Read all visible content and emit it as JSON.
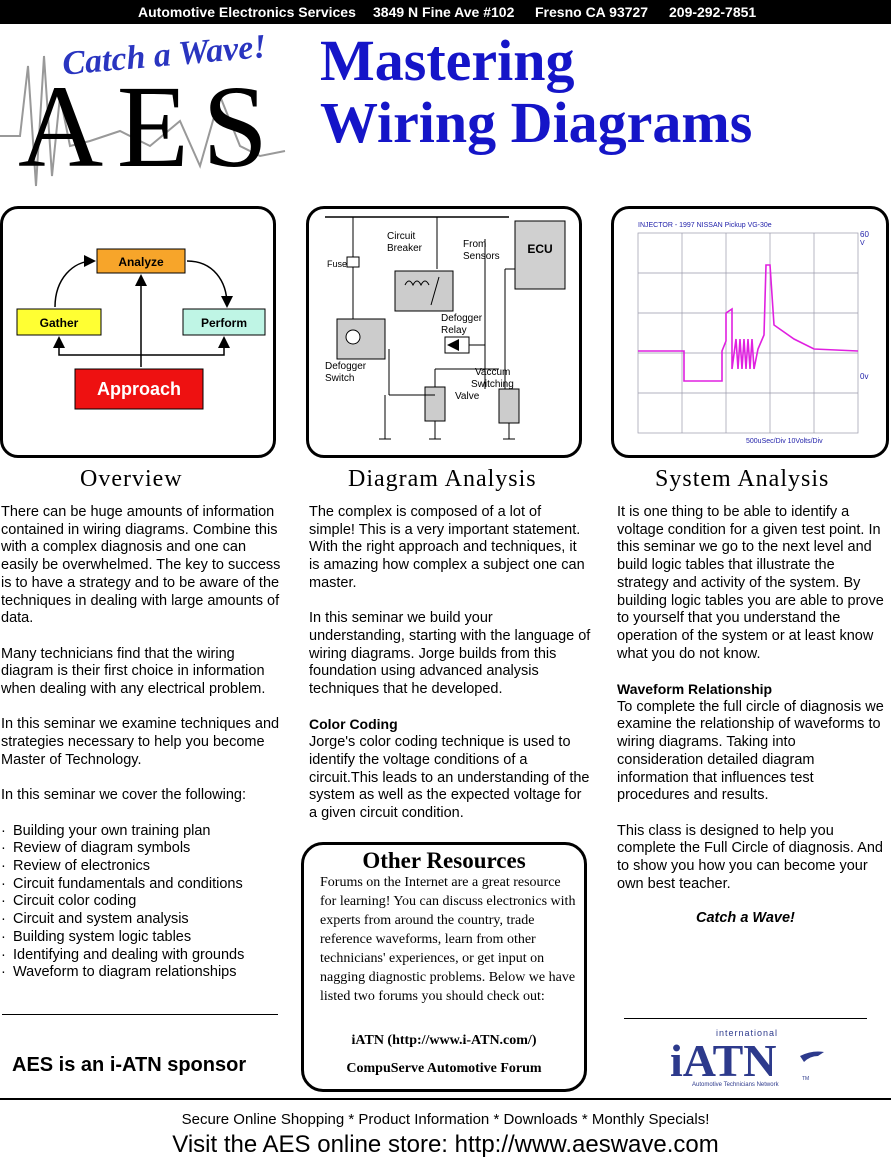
{
  "topbar": {
    "company": "Automotive Electronics Services",
    "address": "3849 N Fine Ave #102",
    "city": "Fresno CA 93727",
    "phone": "209-292-7851"
  },
  "logo": {
    "tagline": "Catch a Wave!",
    "letters": "AES"
  },
  "title": {
    "line1": "Mastering",
    "line2": "Wiring Diagrams"
  },
  "flow": {
    "analyze": "Analyze",
    "gather": "Gather",
    "perform": "Perform",
    "approach": "Approach"
  },
  "schematic": {
    "circuit": "Circuit",
    "breaker": "Breaker",
    "from": "From",
    "sensors": "Sensors",
    "ecu": "ECU",
    "fuse": "Fuse",
    "defogger": "Defogger",
    "relay": "Relay",
    "defogger2": "Defogger",
    "switch": "Switch",
    "vaccum": "Vaccum",
    "switching": "Switching",
    "valve": "Valve"
  },
  "scope": {
    "title": "INJECTOR - 1997 NISSAN Pickup VG-30e",
    "top_label": "60",
    "top_unit": "V",
    "bottom_label": "0v",
    "footer": "500uSec/Div 10Volts/Div"
  },
  "overview": {
    "heading": "Overview",
    "p1": "There can be huge amounts of information contained in wiring diagrams. Combine this with a complex diagnosis and one can easily be overwhelmed. The key to success is to have a strategy and to be aware of the techniques in dealing with large amounts of data.",
    "p2": "Many technicians find that the wiring diagram is their first choice in information when dealing with any electrical problem.",
    "p3": "In this seminar we examine techniques and strategies necessary to help you become Master of Technology.",
    "p4": "In this seminar we cover the following:",
    "items": [
      "Building your own training plan",
      "Review of diagram symbols",
      "Review of electronics",
      "Circuit fundamentals and conditions",
      "Circuit color coding",
      "Circuit and system analysis",
      "Building system logic tables",
      "Identifying and dealing with grounds",
      "Waveform to diagram relationships"
    ]
  },
  "diagram": {
    "heading": "Diagram Analysis",
    "p1": "The complex is composed of a lot of simple! This is a very important statement. With the right approach and techniques, it is amazing how complex a subject one can master.",
    "p2": "In this seminar we build your understanding, starting with the language of wiring diagrams. Jorge builds from this foundation using advanced analysis techniques that he developed.",
    "sub": "Color Coding",
    "p3": "Jorge's color coding technique is used to identify the voltage conditions of a circuit.This leads to an understanding of the system as well as the expected voltage for a given circuit condition."
  },
  "system": {
    "heading": "System Analysis",
    "p1": "It is one thing to be able to identify a voltage condition for a given test point. In this seminar we go to the next level and build logic tables that illustrate the strategy and activity of the system. By building logic tables you are able to prove to yourself that you understand the operation of the system or at least know what you do not know.",
    "sub": "Waveform Relationship",
    "p2": "To complete the full circle of diagnosis we examine the relationship of waveforms to wiring diagrams. Taking into consideration detailed diagram information that influences test procedures and results.",
    "p3": "This class is designed to help you complete the Full Circle of diagnosis. And to show you how you can become your own best teacher.",
    "catch": "Catch a Wave!"
  },
  "resources": {
    "title": "Other Resources",
    "body": "Forums on the Internet are a great resource for learning!  You can discuss electronics with experts from around the country, trade reference waveforms, learn from other technicians' experiences, or get input on nagging diagnostic problems. Below we have listed two forums you should check out:",
    "link1": "iATN (http://www.i-ATN.com/)",
    "link2": "CompuServe Automotive Forum"
  },
  "sponsor": "AES is an i-ATN sponsor",
  "iatn": {
    "international": "international",
    "letters": "iATN",
    "sub": "Automotive Technicians Network",
    "tm": "TM"
  },
  "footer": {
    "line1": "Secure Online Shopping  *  Product Information  *  Downloads  *  Monthly Specials!",
    "line2": "Visit the AES online store:  http://www.aeswave.com"
  }
}
